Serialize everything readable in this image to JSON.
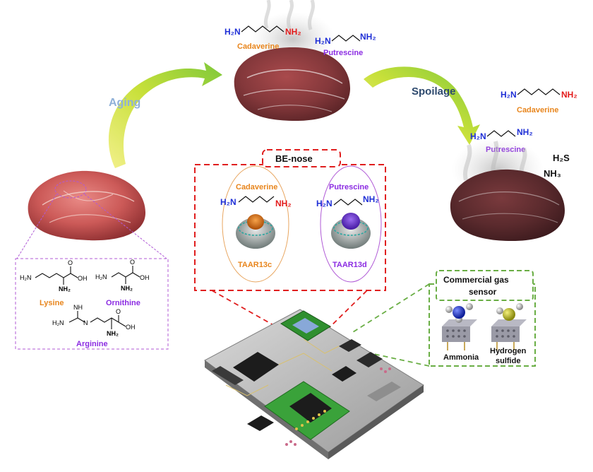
{
  "labels": {
    "aging": "Aging",
    "spoilage": "Spoilage",
    "be_nose": "BE-nose",
    "commercial_sensor_line1": "Commercial gas",
    "commercial_sensor_line2": "sensor"
  },
  "chemicals": {
    "cadaverine": "Cadaverine",
    "putrescine": "Putrescine",
    "h2s": "H₂S",
    "nh3": "NH₃"
  },
  "amino_acids": {
    "lysine": "Lysine",
    "ornithine": "Ornithine",
    "arginine": "Arginine"
  },
  "receptors": {
    "left": "TAAR13c",
    "right": "TAAR13d"
  },
  "gases": {
    "ammonia": "Ammonia",
    "hydrogen_sulfide_line1": "Hydrogen",
    "hydrogen_sulfide_line2": "sulfide"
  },
  "groups": {
    "h2n": "H₂N",
    "nh2": "NH₂",
    "oh": "OH",
    "o": "O",
    "nh": "NH"
  },
  "colors": {
    "cadaverine": "#e8851c",
    "putrescine": "#8b2be2",
    "amine_blue": "#1f2fd6",
    "amine_red": "#e31b1b",
    "aging_text": "#8fb0d8",
    "spoilage_text": "#2e4a6e",
    "red_dash": "#e01e1e",
    "purple_dash": "#b05ad6",
    "green_dash": "#6aae45"
  }
}
